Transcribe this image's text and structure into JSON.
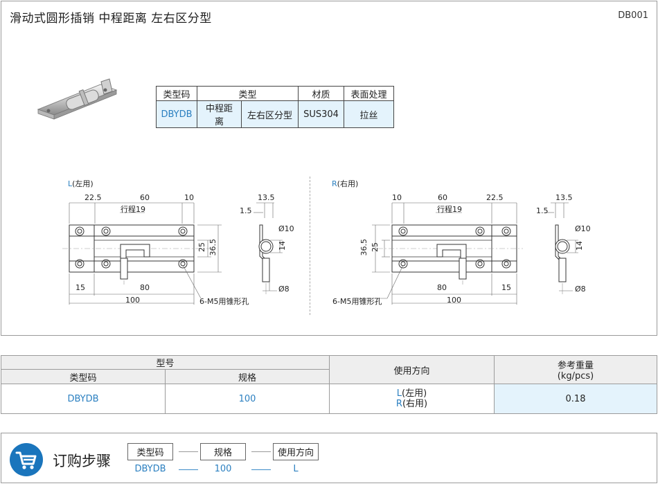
{
  "header": {
    "title": "滑动式圆形插销 中程距离 左右区分型",
    "code": "DB001"
  },
  "spec_table": {
    "headers": [
      "类型码",
      "类型",
      "材质",
      "表面处理"
    ],
    "row": [
      "DBYDB",
      "中程距离",
      "左右区分型",
      "SUS304",
      "拉丝"
    ]
  },
  "drawings": {
    "left": {
      "title_letter": "L",
      "title_rest": "(左用)",
      "dims": {
        "d22_5": "22.5",
        "d60": "60",
        "d10": "10",
        "stroke": "行程19",
        "d25": "25",
        "d36_5": "36.5",
        "d15": "15",
        "d80": "80",
        "d100": "100",
        "hole": "6-M5用锥形孔"
      },
      "side": {
        "d13_5": "13.5",
        "d1_5": "1.5",
        "phi10": "Ø10",
        "d14": "14",
        "phi8": "Ø8"
      }
    },
    "right": {
      "title_letter": "R",
      "title_rest": "(右用)",
      "dims": {
        "d10": "10",
        "d60": "60",
        "d22_5": "22.5",
        "stroke": "行程19",
        "d36_5": "36.5",
        "d25": "25",
        "d80": "80",
        "d15": "15",
        "d100": "100",
        "hole": "6-M5用锥形孔"
      },
      "side": {
        "d13_5": "13.5",
        "d1_5": "1.5",
        "phi10": "Ø10",
        "d14": "14",
        "phi8": "Ø8"
      }
    }
  },
  "order_table": {
    "model_header": "型号",
    "col_type_code": "类型码",
    "col_spec": "规格",
    "col_direction": "使用方向",
    "col_weight_1": "参考重量",
    "col_weight_2": "(kg/pcs)",
    "row": {
      "type_code": "DBYDB",
      "spec": "100",
      "dir_l_letter": "L",
      "dir_l_rest": "(左用)",
      "dir_r_letter": "R",
      "dir_r_rest": "(右用)",
      "weight": "0.18"
    }
  },
  "order_steps": {
    "title": "订购步骤",
    "icon": "shopping-cart-icon",
    "steps": [
      {
        "label": "类型码",
        "value": "DBYDB"
      },
      {
        "label": "规格",
        "value": "100"
      },
      {
        "label": "使用方向",
        "value": "L"
      }
    ]
  },
  "colors": {
    "accent": "#2a7fc0",
    "highlight": "#e4f3fc",
    "cart_circle": "#1a75bc"
  }
}
